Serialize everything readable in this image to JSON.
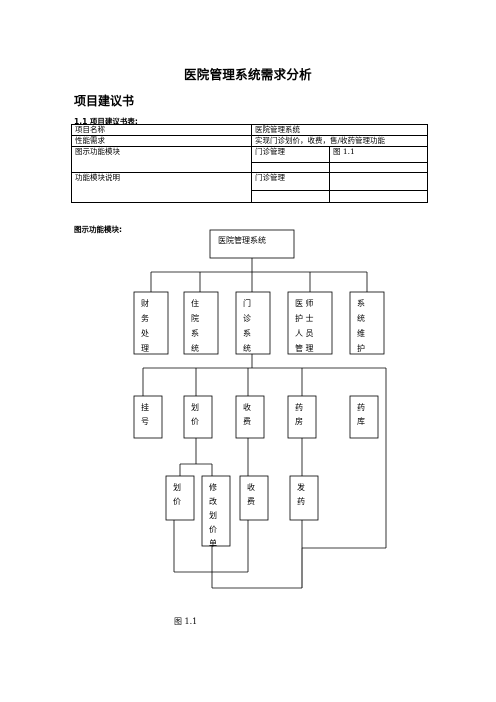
{
  "document": {
    "title": "医院管理系统需求分析",
    "section_title": "项目建议书",
    "subsection_title": "1.1 项目建议书表:"
  },
  "table": {
    "rows": [
      [
        "项目名称",
        "医院管理系统",
        ""
      ],
      [
        "性能需求",
        "实现门诊划价，收费，售/收药管理功能",
        ""
      ],
      [
        "图示功能模块",
        "门诊管理",
        "图 1.1"
      ],
      [
        "",
        "",
        ""
      ],
      [
        "功能模块说明",
        "门诊管理",
        ""
      ],
      [
        "",
        "",
        ""
      ]
    ]
  },
  "diagram": {
    "label": "图示功能模块:",
    "root": "医院管理系统",
    "level1": [
      {
        "id": "finance",
        "lines": [
          "财",
          "务",
          "处",
          "理"
        ]
      },
      {
        "id": "inpatient",
        "lines": [
          "住",
          "院",
          "系",
          "统"
        ]
      },
      {
        "id": "outpatient",
        "lines": [
          "门",
          "诊",
          "系",
          "统"
        ]
      },
      {
        "id": "staff",
        "lines": [
          "医  师",
          "护  士",
          "人  员",
          "管  理"
        ]
      },
      {
        "id": "maintenance",
        "lines": [
          "系",
          "统",
          "维",
          "护"
        ]
      }
    ],
    "level2": [
      {
        "id": "registration",
        "lines": [
          "挂",
          "号"
        ]
      },
      {
        "id": "pricing",
        "lines": [
          "划",
          "价"
        ]
      },
      {
        "id": "charging",
        "lines": [
          "收",
          "费"
        ]
      },
      {
        "id": "pharmacy",
        "lines": [
          "药",
          "房"
        ]
      },
      {
        "id": "warehouse",
        "lines": [
          "药",
          "库"
        ]
      }
    ],
    "level3": [
      {
        "id": "price",
        "lines": [
          "划",
          "价"
        ]
      },
      {
        "id": "modify-price",
        "lines": [
          "修",
          "改",
          "划",
          "价",
          "单"
        ]
      },
      {
        "id": "collect",
        "lines": [
          "收",
          "费"
        ]
      },
      {
        "id": "dispense",
        "lines": [
          "发",
          "药"
        ]
      }
    ],
    "caption": "图  1.1"
  }
}
